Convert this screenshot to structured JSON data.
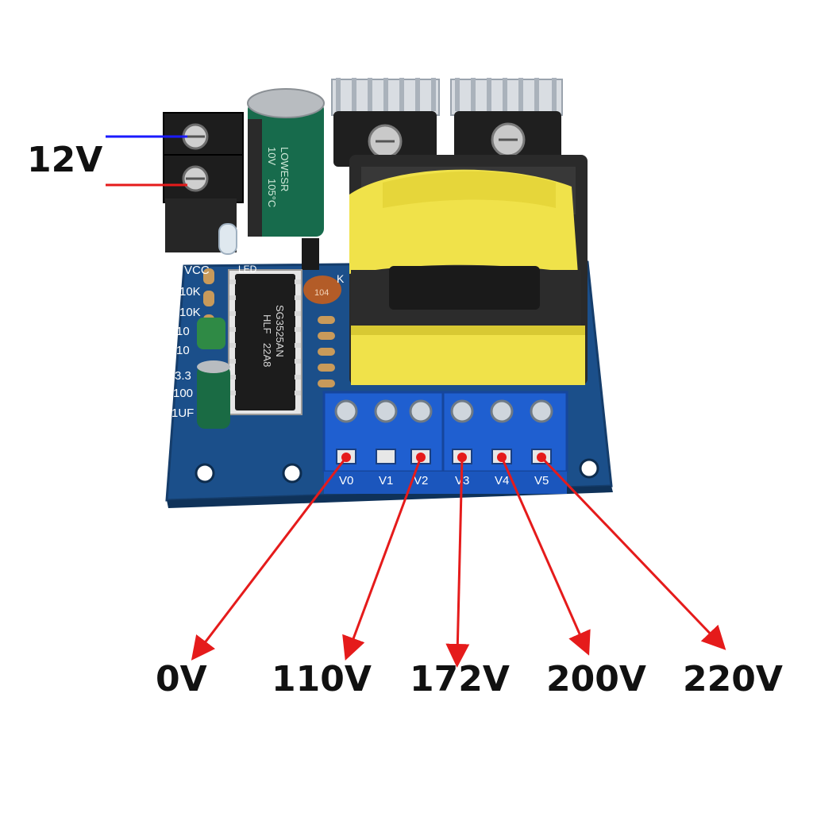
{
  "input": {
    "voltage_label": "12V",
    "wire_colors": {
      "negative": "#1a1aff",
      "positive": "#e51b1b"
    }
  },
  "board": {
    "silkscreen": {
      "vcc": "VCC",
      "led": "LED",
      "plus": "+",
      "k": "K",
      "r1": "10K",
      "r2": "10K",
      "r3": "10",
      "r4": "10",
      "c1": "3.3",
      "c2": "100",
      "c3": "1UF"
    },
    "ic_marking": [
      "SG3525AN",
      "HLF",
      "22A8"
    ],
    "capacitor_marking": [
      "LOWESR",
      "10V",
      "105°C"
    ],
    "ceramic_cap": "104",
    "terminals": [
      "V0",
      "V1",
      "V2",
      "V3",
      "V4",
      "V5"
    ],
    "colors": {
      "pcb": "#1b4f8a",
      "transformer": "#f0e24a",
      "terminal_block": "#1f5fd0",
      "arrow": "#e51b1b"
    }
  },
  "outputs": [
    {
      "terminal": "V0",
      "label": "0V"
    },
    {
      "terminal": "V2",
      "label": "110V"
    },
    {
      "terminal": "V3",
      "label": "172V"
    },
    {
      "terminal": "V4",
      "label": "200V"
    },
    {
      "terminal": "V5",
      "label": "220V"
    }
  ]
}
